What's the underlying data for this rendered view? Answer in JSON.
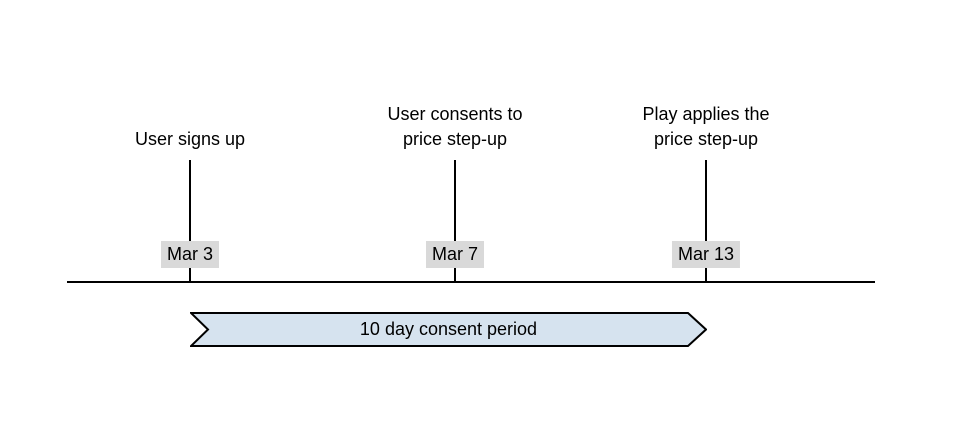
{
  "timeline": {
    "events": [
      {
        "label": "User signs up",
        "date": "Mar 3"
      },
      {
        "label": "User consents to\nprice step-up",
        "date": "Mar 7"
      },
      {
        "label": "Play applies the\nprice step-up",
        "date": "Mar 13"
      }
    ],
    "banner": {
      "label": "10 day consent period"
    },
    "colors": {
      "line": "#000000",
      "date_chip_bg": "#d9d9d9",
      "banner_fill": "#d6e3ef",
      "banner_border": "#000000"
    }
  }
}
